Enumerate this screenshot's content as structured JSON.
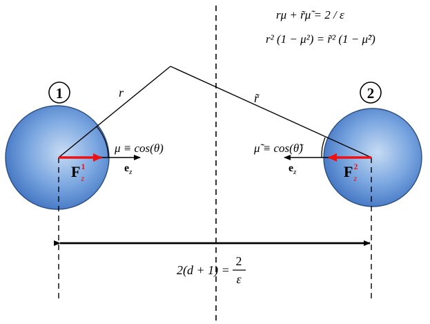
{
  "equations": {
    "eq1": "rμ + r̃μ̃ = 2 / ε",
    "eq2": "r² (1 − μ²) = r̃² (1 − μ̃²)"
  },
  "sphere_labels": {
    "left": "1",
    "right": "2"
  },
  "line_labels": {
    "r": "r",
    "r_tilde": "r̃"
  },
  "angle_labels": {
    "left": "μ ≡ cos(θ)",
    "right": "μ̃ ≡ cos(θ̃)"
  },
  "vectors": {
    "ez_left": "e",
    "ez_left_sub": "z",
    "ez_right": "e",
    "ez_right_sub": "z",
    "force_left": "F",
    "force_left_sub": "z",
    "force_left_sup": "1",
    "force_right": "F",
    "force_right_sub": "z",
    "force_right_sup": "2"
  },
  "distance": {
    "lhs": "2(d + 1) =",
    "numerator": "2",
    "denominator": "ε"
  },
  "colors": {
    "sphere_center": "#bcd3f0",
    "sphere_edge": "#3f77c4",
    "sphere_stroke": "#2a4d80",
    "force": "#ee1111",
    "line": "#000000"
  }
}
